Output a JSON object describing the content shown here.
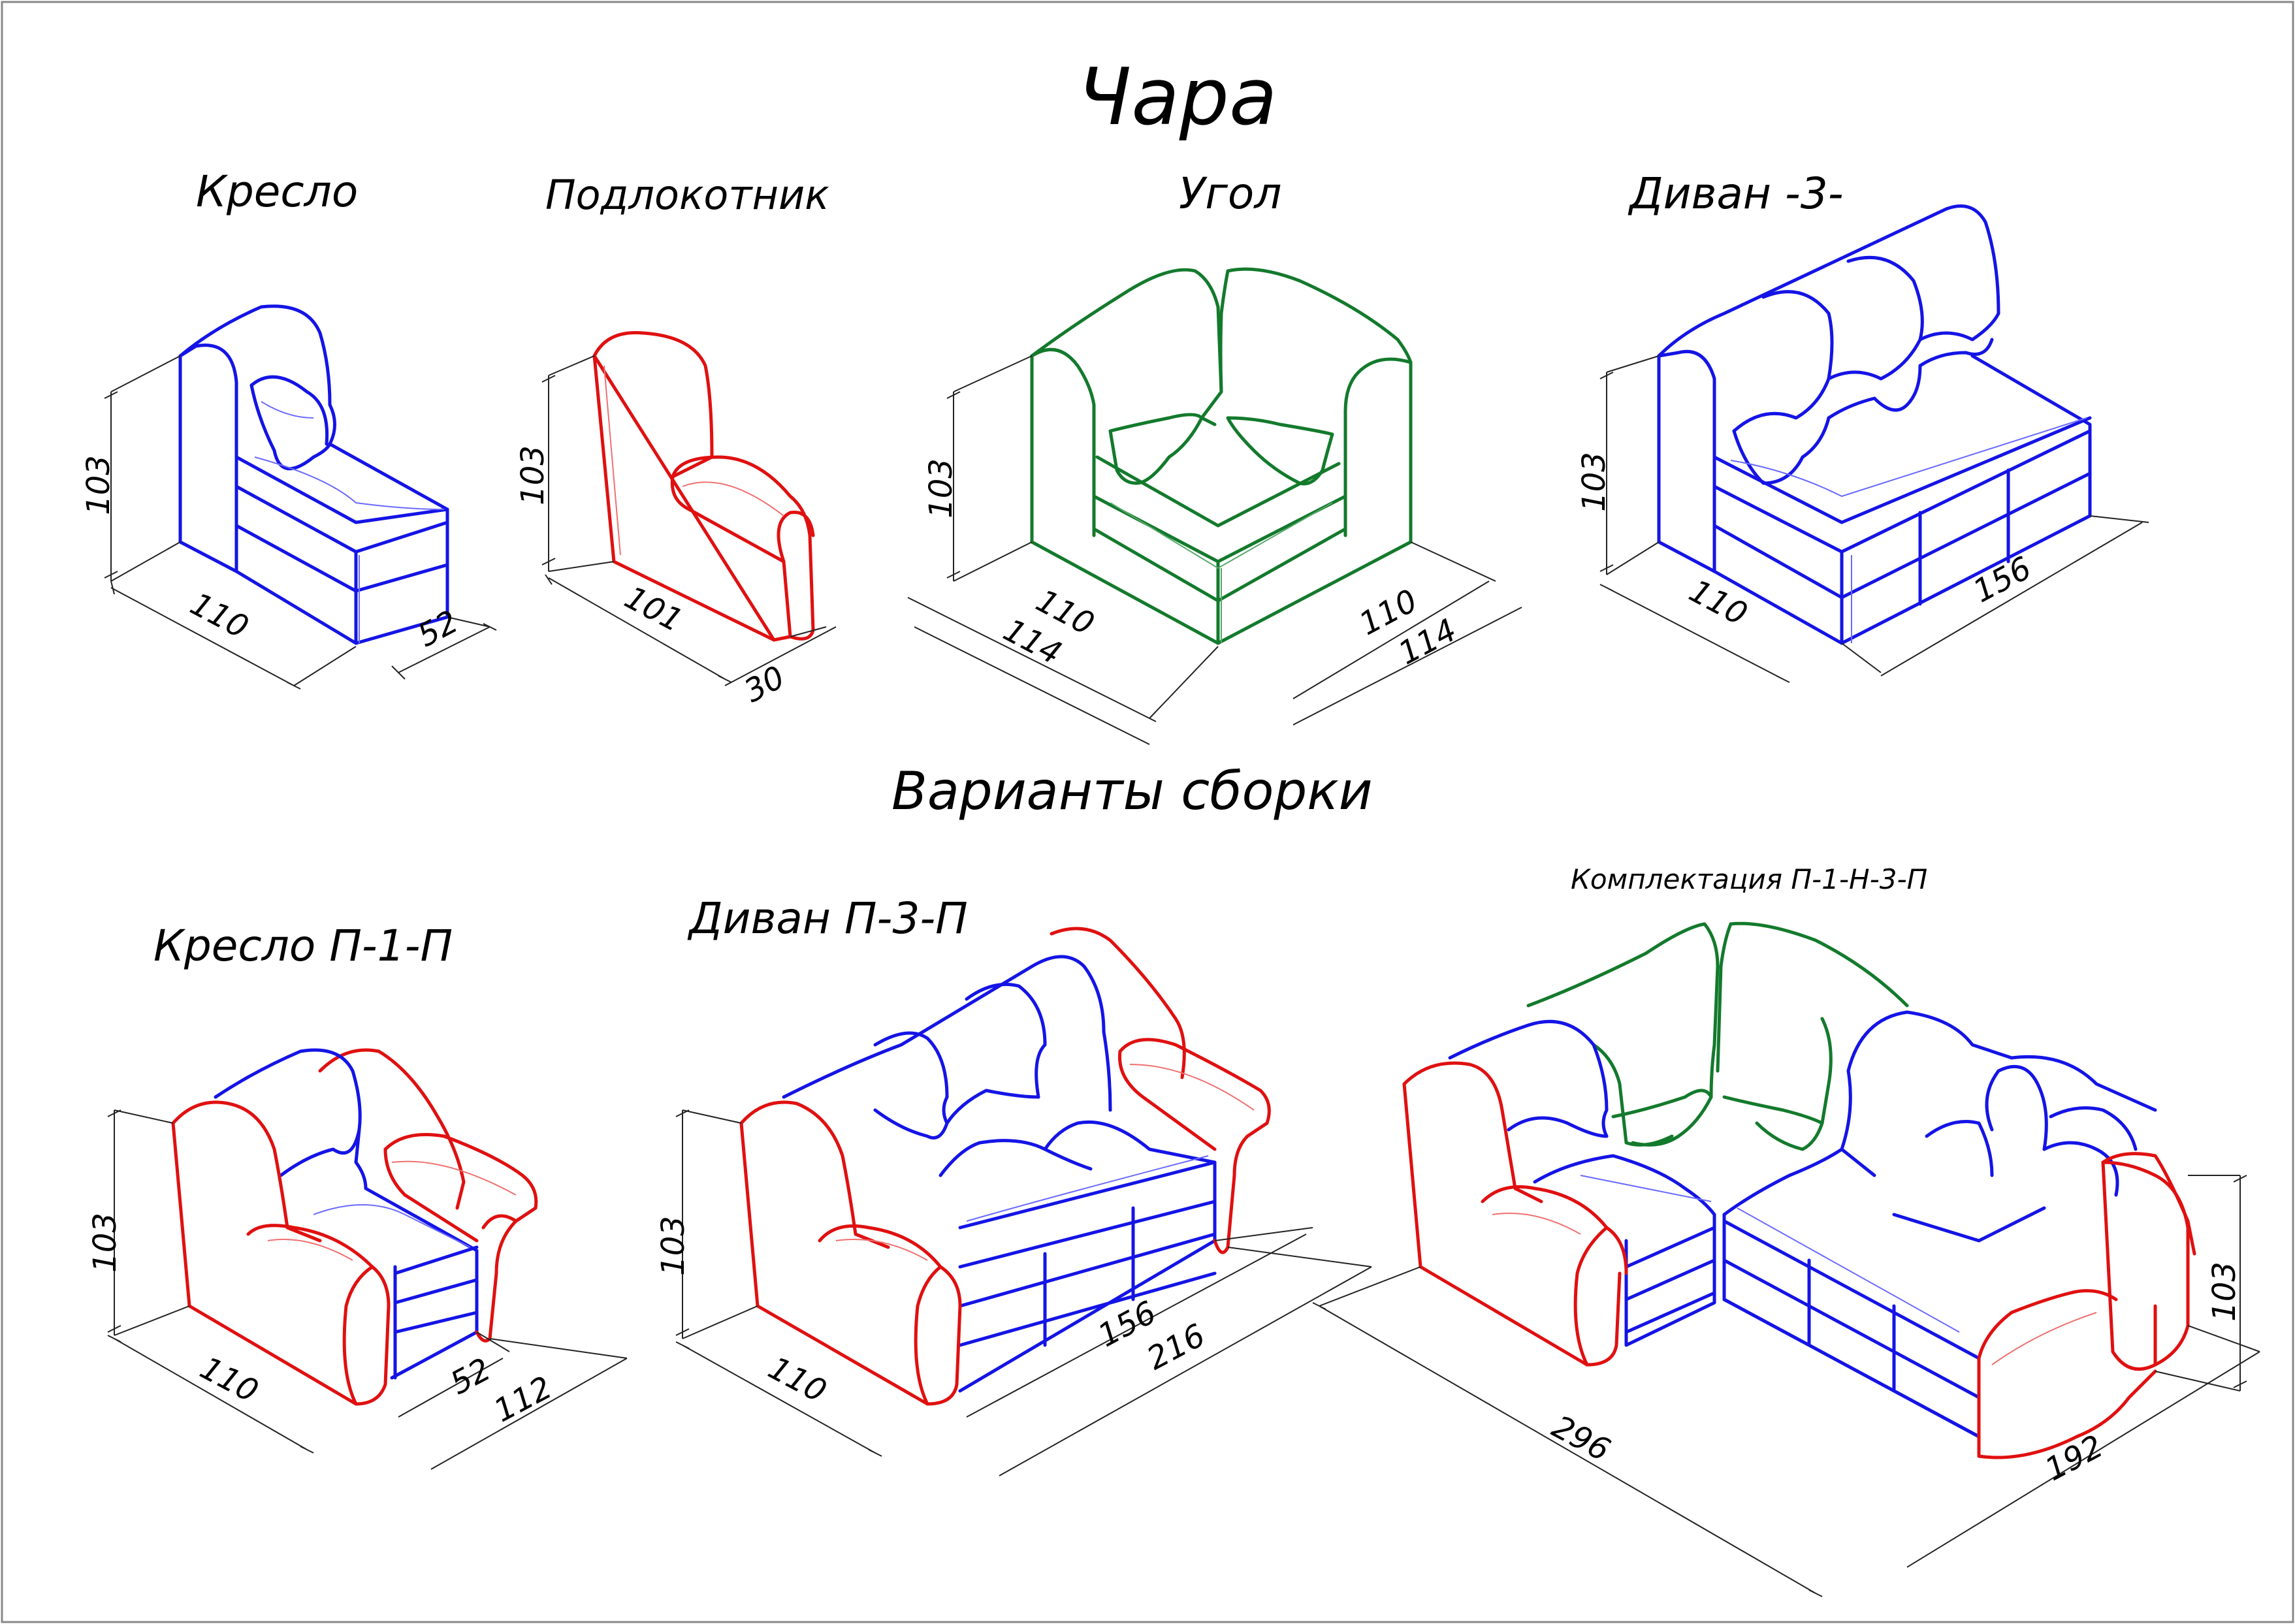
{
  "title": "Чара",
  "subtitle": "Варианты сборки",
  "modules": [
    {
      "name": "Кресло",
      "height": "103",
      "depth": "110",
      "width": "52"
    },
    {
      "name": "Подлокотник",
      "height": "103",
      "depth": "101",
      "width": "30"
    },
    {
      "name": "Угол",
      "height": "103",
      "d1": "110",
      "d2": "114",
      "d3": "110",
      "d4": "114"
    },
    {
      "name": "Диван -3-",
      "height": "103",
      "depth": "110",
      "width": "156"
    }
  ],
  "assemblies": [
    {
      "name": "Кресло П-1-П",
      "height": "103",
      "depth": "110",
      "inner": "52",
      "outer": "112"
    },
    {
      "name": "Диван П-3-П",
      "height": "103",
      "depth": "110",
      "inner": "156",
      "outer": "216"
    },
    {
      "name": "Комплектация П-1-Н-3-П",
      "height": "103",
      "left": "296",
      "right": "192"
    }
  ],
  "colors": {
    "module": "#1414e6",
    "armrest": "#e01010",
    "corner": "#137a2c"
  }
}
